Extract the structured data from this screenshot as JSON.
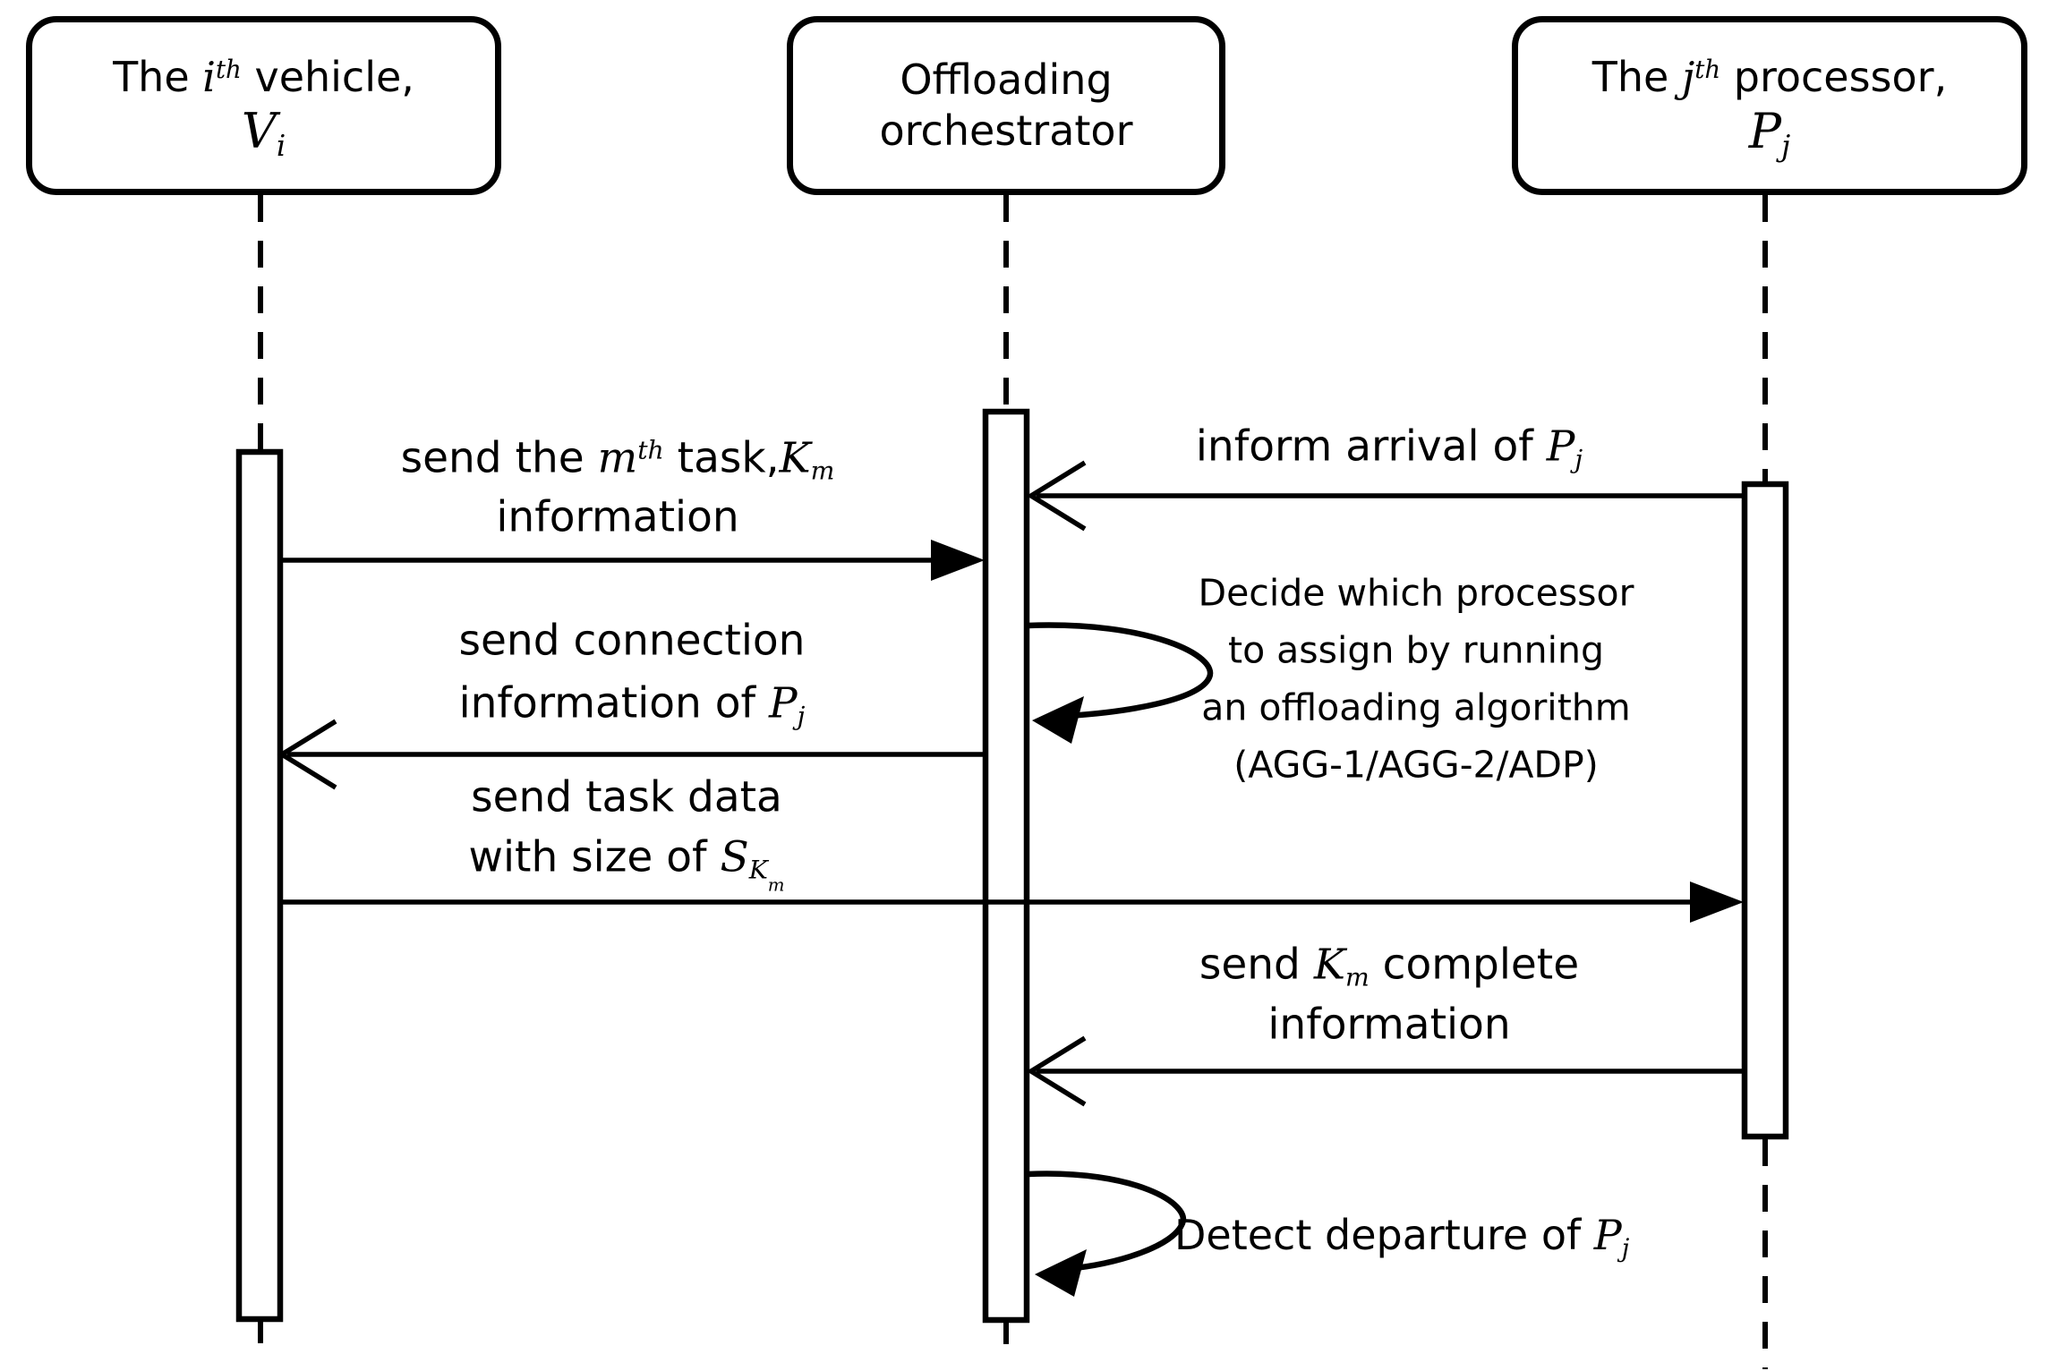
{
  "diagram_type": "uml-sequence-diagram",
  "colors": {
    "ink": "#000000",
    "background": "#ffffff"
  },
  "actors": {
    "vehicle": {
      "line1": [
        {
          "t": "The ",
          "s": "n"
        },
        {
          "t": "i",
          "s": "i"
        },
        {
          "t": "th",
          "s": "sup"
        },
        {
          "t": " vehicle,",
          "s": "n"
        }
      ],
      "line2": [
        {
          "t": "V",
          "s": "i"
        },
        {
          "t": "i",
          "s": "sub"
        }
      ]
    },
    "orchestrator": {
      "line1": "Offloading",
      "line2": "orchestrator"
    },
    "processor": {
      "line1": [
        {
          "t": "The ",
          "s": "n"
        },
        {
          "t": "j",
          "s": "i"
        },
        {
          "t": "th",
          "s": "sup"
        },
        {
          "t": " processor,",
          "s": "n"
        }
      ],
      "line2": [
        {
          "t": "P",
          "s": "i"
        },
        {
          "t": "j",
          "s": "sub"
        }
      ]
    }
  },
  "messages": {
    "task_info": {
      "from": "vehicle",
      "to": "orchestrator",
      "arrow": "filled",
      "line1": [
        {
          "t": "send the ",
          "s": "n"
        },
        {
          "t": "m",
          "s": "i"
        },
        {
          "t": "th",
          "s": "sup"
        },
        {
          "t": " task,",
          "s": "n"
        },
        {
          "t": "K",
          "s": "i"
        },
        {
          "t": "m",
          "s": "sub"
        }
      ],
      "line2": "information"
    },
    "inform_arrival": {
      "from": "processor",
      "to": "orchestrator",
      "arrow": "open",
      "line1": [
        {
          "t": "inform arrival of ",
          "s": "n"
        },
        {
          "t": "P",
          "s": "i"
        },
        {
          "t": "j",
          "s": "sub"
        }
      ]
    },
    "decide": {
      "kind": "self-loop-note",
      "l1": "Decide which processor",
      "l2": "to assign by running",
      "l3": "an offloading algorithm",
      "l4": "(AGG-1/AGG-2/ADP)"
    },
    "connection": {
      "from": "orchestrator",
      "to": "vehicle",
      "arrow": "open",
      "line1": "send connection",
      "line2": [
        {
          "t": "information of ",
          "s": "n"
        },
        {
          "t": "P",
          "s": "i"
        },
        {
          "t": "j",
          "s": "sub"
        }
      ]
    },
    "task_data": {
      "from": "vehicle",
      "to": "processor",
      "arrow": "filled",
      "line1": "send task data",
      "line2": [
        {
          "t": "with size of ",
          "s": "n"
        },
        {
          "t": "S",
          "s": "i"
        },
        {
          "t": "K",
          "s": "sub"
        },
        {
          "t": "m",
          "s": "ssub"
        }
      ]
    },
    "complete": {
      "from": "processor",
      "to": "orchestrator",
      "arrow": "open",
      "line1": [
        {
          "t": "send ",
          "s": "n"
        },
        {
          "t": "K",
          "s": "i"
        },
        {
          "t": "m",
          "s": "sub"
        },
        {
          "t": " complete",
          "s": "n"
        }
      ],
      "line2": "information"
    },
    "departure": {
      "kind": "self-loop-note",
      "line1": [
        {
          "t": "Detect departure of ",
          "s": "n"
        },
        {
          "t": "P",
          "s": "i"
        },
        {
          "t": "j",
          "s": "sub"
        }
      ]
    }
  }
}
